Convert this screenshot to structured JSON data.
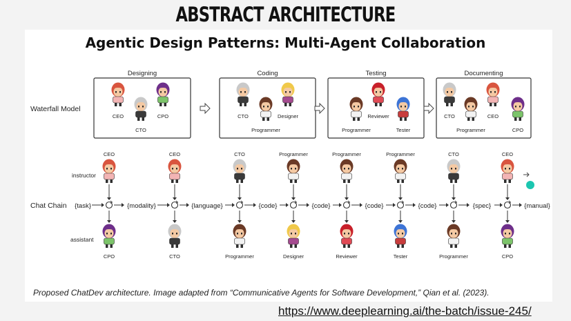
{
  "slide": {
    "title": "ABSTRACT ARCHITECTURE",
    "figure_title": "Agentic Design Patterns: Multi-Agent Collaboration",
    "caption": "Proposed ChatDev architecture. Image adapted from “Communicative Agents for Software Development,” Qian et al. (2023).",
    "source_link": "https://www.deeplearning.ai/the-batch/issue-245/"
  },
  "waterfall": {
    "label": "Waterfall Model",
    "phases": [
      {
        "name": "Designing",
        "roles": [
          "CEO",
          "CTO",
          "CPO"
        ]
      },
      {
        "name": "Coding",
        "roles": [
          "CTO",
          "Programmer",
          "Designer"
        ]
      },
      {
        "name": "Testing",
        "roles": [
          "Programmer",
          "Reviewer",
          "Tester"
        ]
      },
      {
        "name": "Documenting",
        "roles": [
          "CTO",
          "Programmer",
          "CEO",
          "CPO"
        ]
      }
    ]
  },
  "chat_chain": {
    "label": "Chat Chain",
    "instructor_label": "instructor",
    "assistant_label": "assistant",
    "artifacts": [
      "{task}",
      "{modality}",
      "{language}",
      "{code}",
      "{code}",
      "{code}",
      "{code}",
      "{spec}",
      "{manual}"
    ],
    "instructors": [
      "CEO",
      "CEO",
      "CTO",
      "Programmer",
      "Programmer",
      "Programmer",
      "CTO",
      "CEO"
    ],
    "assistants": [
      "CPO",
      "CTO",
      "Programmer",
      "Designer",
      "Reviewer",
      "Tester",
      "Programmer",
      "CPO"
    ]
  },
  "colors": {
    "CEO": {
      "hair": "#d9553f",
      "shirt": "#f3b4b4"
    },
    "CTO": {
      "hair": "#c9c9c9",
      "shirt": "#3a3a3a"
    },
    "CPO": {
      "hair": "#6e2f8a",
      "shirt": "#7cc46a"
    },
    "Programmer": {
      "hair": "#6b3a26",
      "shirt": "#f2f2f2"
    },
    "Designer": {
      "hair": "#f0c94a",
      "shirt": "#a44a8f"
    },
    "Reviewer": {
      "hair": "#c8202a",
      "shirt": "#e04a55"
    },
    "Tester": {
      "hair": "#3d74d6",
      "shirt": "#c83d3d"
    },
    "accent_dot": "#1cc6b0"
  }
}
